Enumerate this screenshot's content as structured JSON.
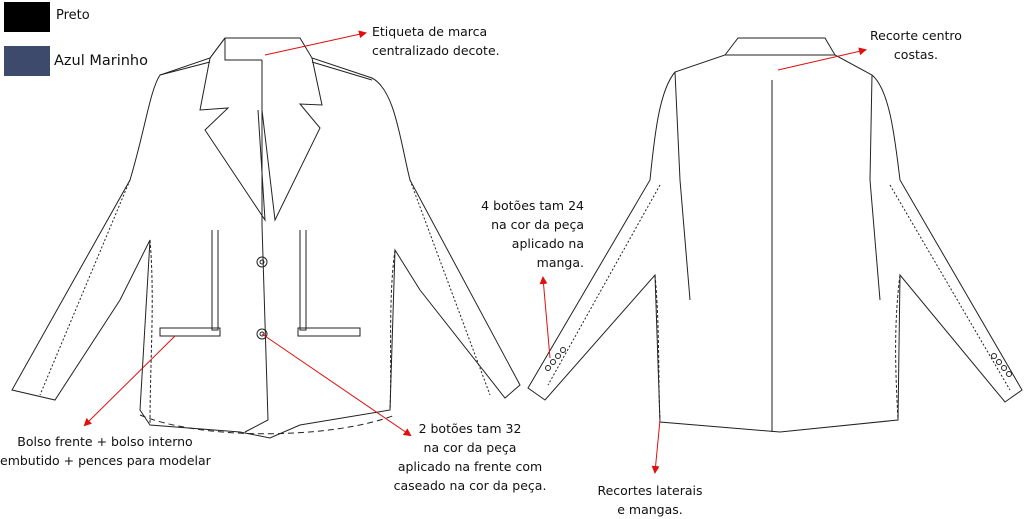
{
  "legend": [
    {
      "label": "Preto",
      "color": "#000000"
    },
    {
      "label": "Azul Marinho",
      "color": "#3e4a6c"
    }
  ],
  "annotations": {
    "label_brand": [
      "Etiqueta de marca",
      "centralizado decote."
    ],
    "back_seam": [
      "Recorte centro",
      "costas."
    ],
    "sleeve_buttons": [
      "4 botões tam 24",
      "na cor da peça",
      "aplicado na",
      "manga."
    ],
    "pocket": [
      "Bolso frente + bolso interno",
      "embutido + pences para modelar"
    ],
    "front_buttons": [
      "2 botões tam 32",
      "na cor da peça",
      "aplicado na frente com",
      "caseado na cor da peça."
    ],
    "side_seams": [
      "Recortes laterais",
      "e mangas."
    ]
  },
  "colors": {
    "arrow": "#e01010",
    "line": "#222222"
  }
}
